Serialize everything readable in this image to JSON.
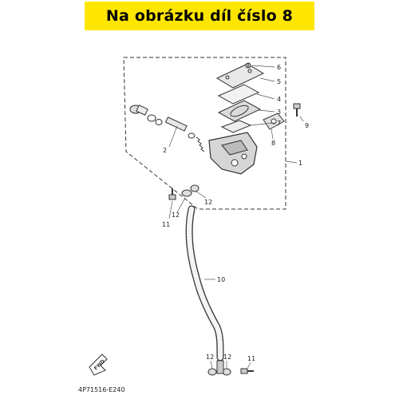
{
  "banner": {
    "text": "Na obrázku díl číslo 8"
  },
  "callouts": {
    "c1": "1",
    "c2": "2",
    "c3": "3",
    "c4": "4",
    "c5": "5",
    "c6": "6",
    "c7": "7",
    "c8": "8",
    "c9": "9",
    "c10": "10",
    "c11a": "11",
    "c11b": "11",
    "c12a": "12",
    "c12b": "12",
    "c12c": "12",
    "c12d": "12"
  },
  "fwd_label": "FWD",
  "diagram_code": "4P71516-E240",
  "colors": {
    "banner_bg": "#ffe600",
    "line": "#333333"
  }
}
